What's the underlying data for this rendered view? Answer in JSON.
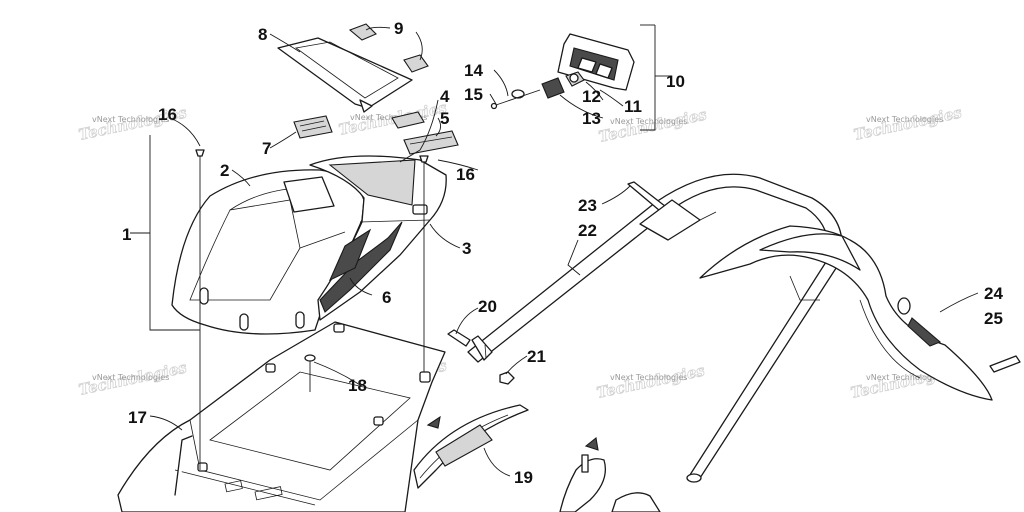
{
  "callouts": [
    "1",
    "2",
    "3",
    "4",
    "5",
    "6",
    "7",
    "8",
    "9",
    "10",
    "11",
    "12",
    "13",
    "14",
    "15",
    "16",
    "16",
    "17",
    "18",
    "19",
    "20",
    "21",
    "22",
    "23",
    "24",
    "25"
  ],
  "watermark": {
    "text": "vNext Technologies",
    "ghost": "Technologies"
  }
}
